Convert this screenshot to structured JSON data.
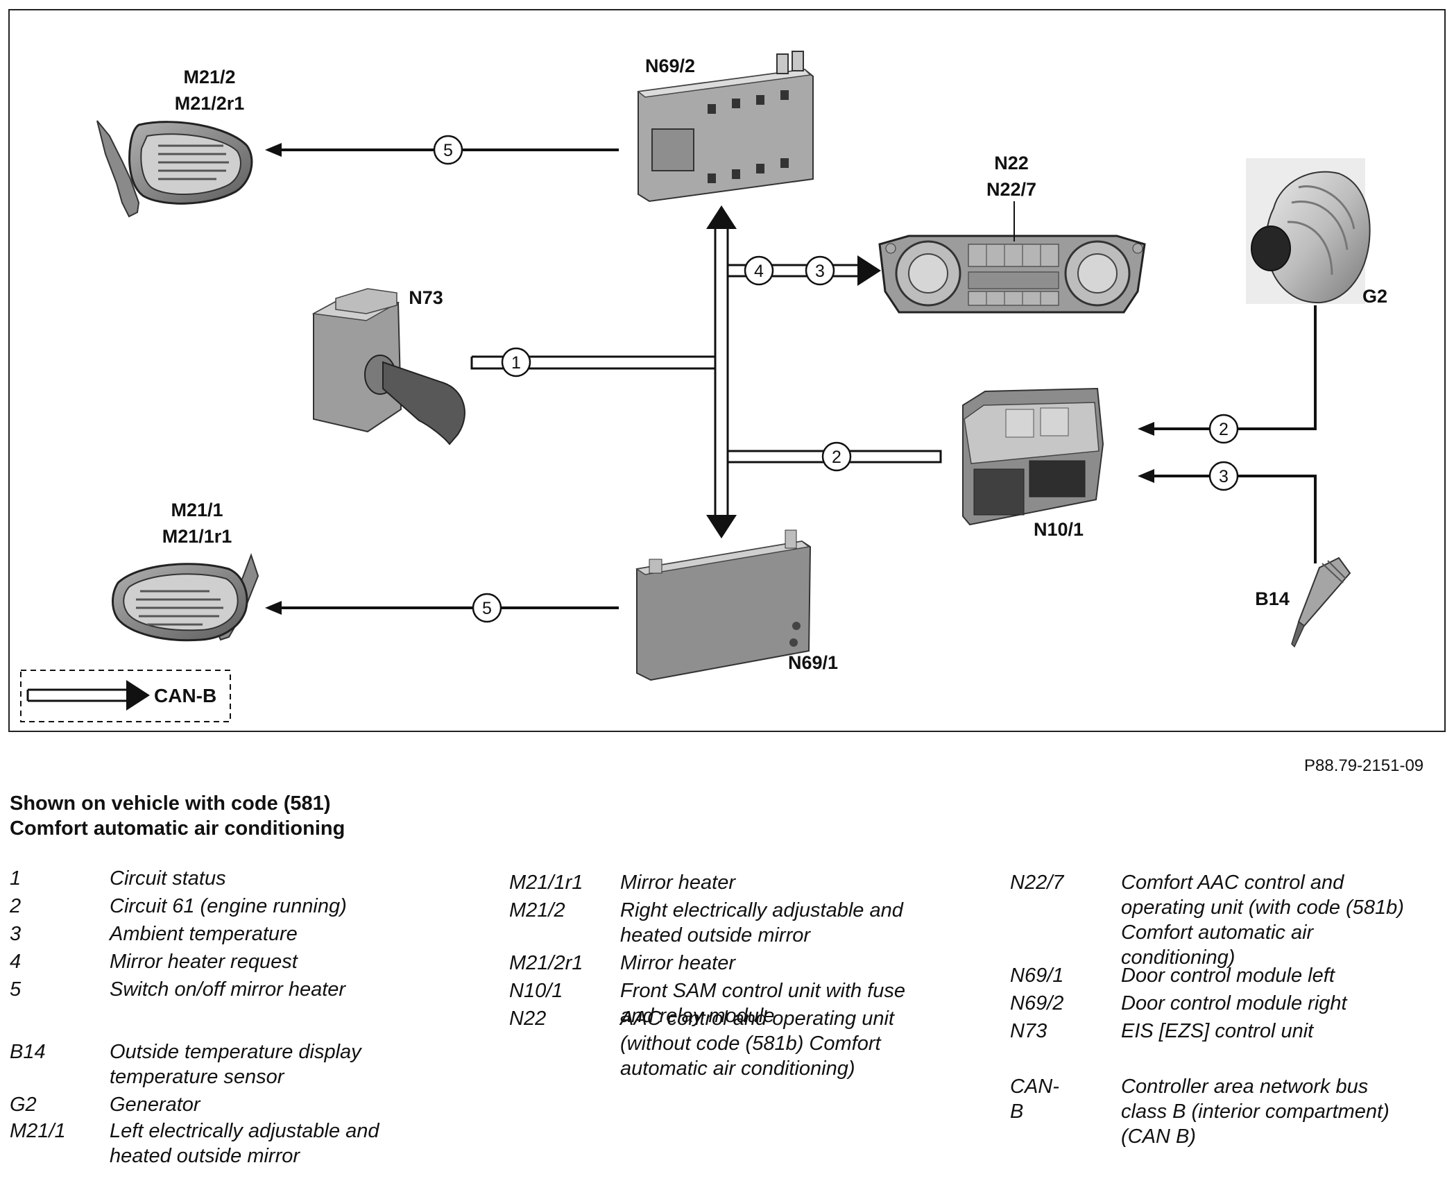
{
  "components": {
    "mirror_right": [
      "M21/2",
      "M21/2r1"
    ],
    "door_right": "N69/2",
    "aac_unit": [
      "N22",
      "N22/7"
    ],
    "generator": "G2",
    "eis": "N73",
    "sam": "N10/1",
    "mirror_left": [
      "M21/1",
      "M21/1r1"
    ],
    "door_left": "N69/1",
    "temp_sensor": "B14"
  },
  "signals": {
    "s1": "1",
    "s2": "2",
    "s3": "3",
    "s4": "4",
    "s5": "5"
  },
  "can_legend": "CAN-B",
  "ref_code": "P88.79-2151-09",
  "notes": [
    "Shown on vehicle with code (581)",
    "Comfort automatic air conditioning"
  ],
  "legend": [
    [
      {
        "code": "1",
        "desc": [
          "Circuit status"
        ]
      },
      {
        "code": "2",
        "desc": [
          "Circuit 61 (engine running)"
        ]
      },
      {
        "code": "3",
        "desc": [
          "Ambient temperature"
        ]
      },
      {
        "code": "4",
        "desc": [
          "Mirror heater request"
        ]
      },
      {
        "code": "5",
        "desc": [
          "Switch on/off mirror heater"
        ]
      },
      {
        "code": "B14",
        "desc": [
          "Outside temperature display",
          "temperature sensor"
        ]
      },
      {
        "code": "G2",
        "desc": [
          "Generator"
        ]
      },
      {
        "code": "M21/1",
        "desc": [
          "Left electrically adjustable and",
          "heated outside mirror"
        ]
      }
    ],
    [
      {
        "code": "M21/1r1",
        "desc": [
          "Mirror heater"
        ]
      },
      {
        "code": "M21/2",
        "desc": [
          "Right electrically adjustable and",
          "heated outside mirror"
        ]
      },
      {
        "code": "M21/2r1",
        "desc": [
          "Mirror heater"
        ]
      },
      {
        "code": "N10/1",
        "desc": [
          "Front SAM control unit with fuse",
          "and relay module"
        ]
      },
      {
        "code": "N22",
        "desc": [
          "AAC control and operating unit",
          "(without code (581b) Comfort",
          "automatic air conditioning)"
        ]
      }
    ],
    [
      {
        "code": "N22/7",
        "desc": [
          "Comfort AAC control and",
          "operating unit (with code (581b)",
          "Comfort automatic air",
          "conditioning)"
        ]
      },
      {
        "code": "N69/1",
        "desc": [
          "Door control module left"
        ]
      },
      {
        "code": "N69/2",
        "desc": [
          "Door control module right"
        ]
      },
      {
        "code": "N73",
        "desc": [
          "EIS [EZS] control unit"
        ]
      },
      {
        "code": "CAN-B",
        "desc": [
          "Controller area network bus",
          "class B (interior compartment)",
          "(CAN B)"
        ]
      }
    ]
  ]
}
